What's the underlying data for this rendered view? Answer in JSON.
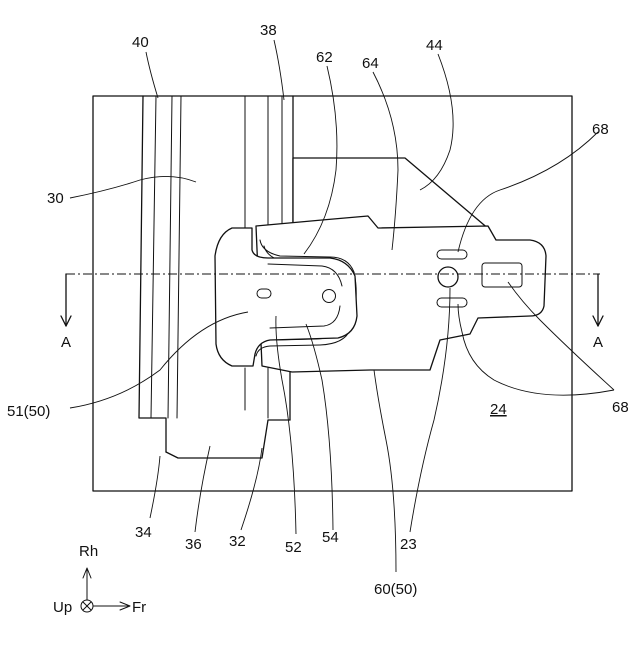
{
  "labels": {
    "l40": "40",
    "l38": "38",
    "l62": "62",
    "l64": "64",
    "l44": "44",
    "l68a": "68",
    "l30": "30",
    "l68b": "68",
    "l51": "51(50)",
    "l24": "24",
    "l34": "34",
    "l36": "36",
    "l32": "32",
    "l52": "52",
    "l54": "54",
    "l23": "23",
    "l60": "60(50)"
  },
  "section": {
    "left": "A",
    "right": "A"
  },
  "axes": {
    "up": "Rh",
    "origin": "Up",
    "right": "Fr"
  }
}
